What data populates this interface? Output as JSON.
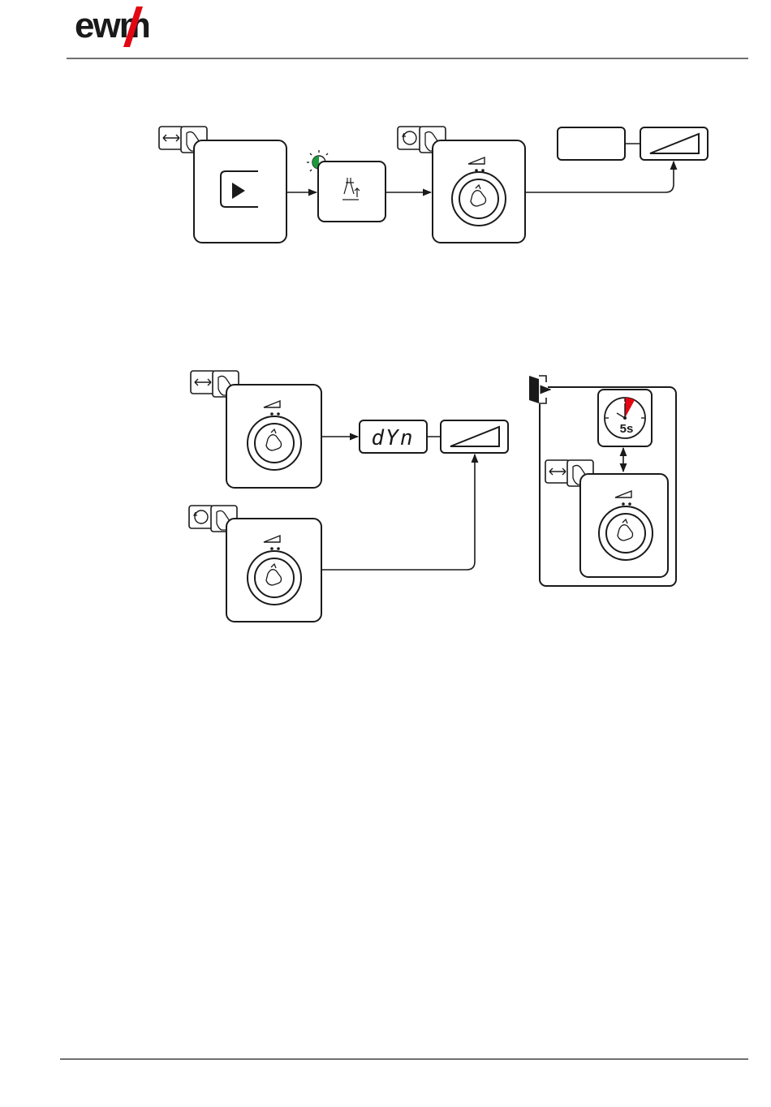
{
  "header": {
    "logo_text": "ewm",
    "brand_color": "#1a1a1a",
    "accent_color": "#e30613"
  },
  "diagram_top": {
    "play_icon": "play-icon",
    "led_color": "#1a9a3c",
    "flow": [
      "select-button",
      "mode-indicator",
      "rotary-knob",
      "value-display",
      "ramp-parameter"
    ]
  },
  "diagram_bottom": {
    "display_text": "dYn",
    "timer": {
      "label": "5s",
      "hand_color": "#e30613"
    },
    "exit_icon": "exit-door-icon"
  }
}
